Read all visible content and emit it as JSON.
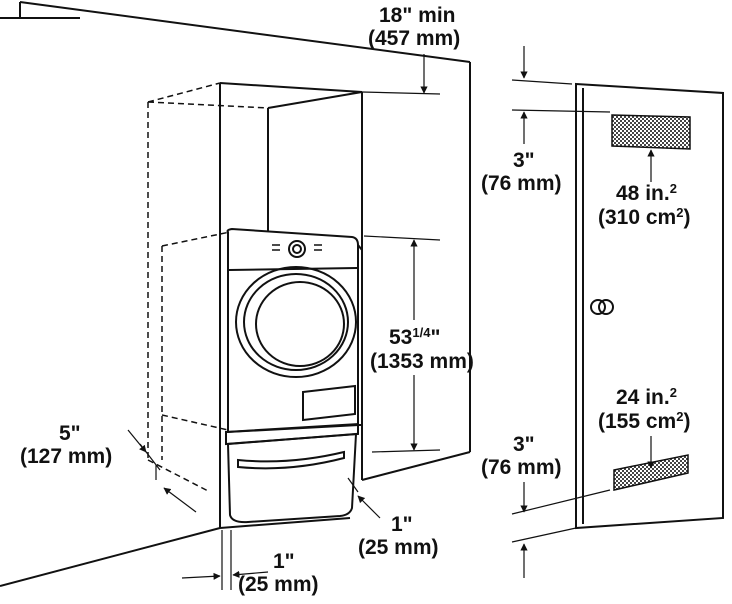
{
  "colors": {
    "ink": "#111111",
    "vent": "#555555",
    "background": "#ffffff"
  },
  "labels": {
    "top_clearance": {
      "line1": "18\" min",
      "line2": "(457 mm)"
    },
    "height": {
      "line1_whole": "53",
      "line1_frac": "1/4",
      "line1_inch": "\"",
      "line2": "(1353 mm)"
    },
    "side_clearance": {
      "line1": "5\"",
      "line2": "(127 mm)"
    },
    "rear_clearance": {
      "line1": "1\"",
      "line2": "(25 mm)"
    },
    "front_clearance": {
      "line1": "1\"",
      "line2": "(25 mm)"
    },
    "door_top_gap": {
      "line1": "3\"",
      "line2": "(76 mm)"
    },
    "door_bottom_gap": {
      "line1": "3\"",
      "line2": "(76 mm)"
    },
    "top_vent": {
      "line1": "48 in.",
      "line1_sup": "2",
      "line2_a": "(310 cm",
      "line2_sup": "2",
      "line2_b": ")"
    },
    "bottom_vent": {
      "line1": "24 in.",
      "line1_sup": "2",
      "line2_a": "(155 cm",
      "line2_sup": "2",
      "line2_b": ")"
    }
  },
  "icons": [
    "door-knob-icon",
    "vent-grille-icon",
    "dimension-arrow-icon"
  ]
}
